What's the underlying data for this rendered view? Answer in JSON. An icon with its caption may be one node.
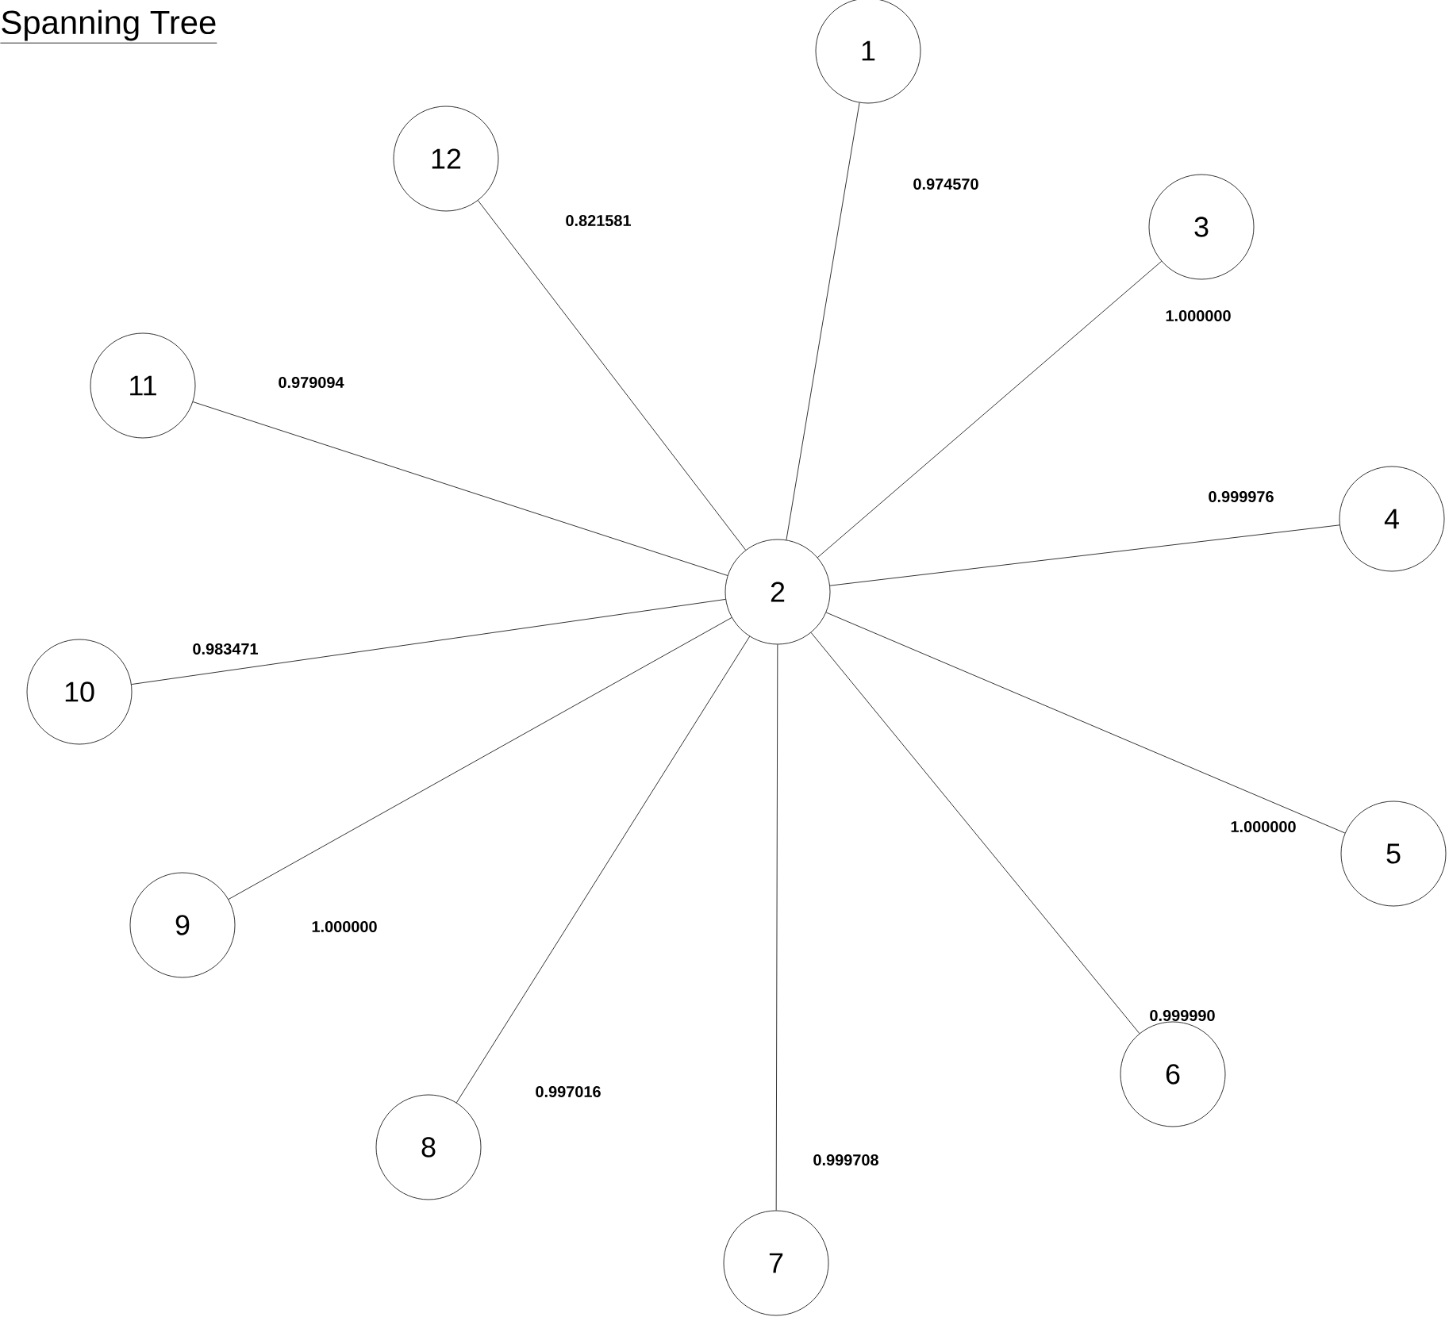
{
  "diagram": {
    "title": "Spanning Tree",
    "nodes": [
      {
        "text": [
          "1"
        ]
      },
      {
        "text": [
          "12"
        ]
      },
      {
        "text": [
          "3"
        ]
      },
      {
        "text": [
          "11"
        ]
      },
      {
        "text": [
          "4"
        ]
      },
      {
        "text": [
          "2"
        ]
      },
      {
        "text": [
          "10"
        ]
      },
      {
        "text": [
          "5"
        ]
      },
      {
        "text": [
          "9"
        ]
      },
      {
        "text": [
          "6"
        ]
      },
      {
        "text": [
          "8"
        ]
      },
      {
        "text": [
          "7"
        ]
      }
    ],
    "edges": [
      {
        "from": 5,
        "to": 0,
        "arrow": "none",
        "label": "0.974570"
      },
      {
        "from": 5,
        "to": 1,
        "arrow": "none",
        "label": "0.821581"
      },
      {
        "from": 5,
        "to": 2,
        "arrow": "none",
        "label": "1.000000"
      },
      {
        "from": 5,
        "to": 3,
        "arrow": "none",
        "label": "0.979094"
      },
      {
        "from": 5,
        "to": 4,
        "arrow": "none",
        "label": "0.999976"
      },
      {
        "from": 5,
        "to": 6,
        "arrow": "none",
        "label": "0.983471"
      },
      {
        "from": 5,
        "to": 7,
        "arrow": "none",
        "label": "1.000000"
      },
      {
        "from": 5,
        "to": 8,
        "arrow": "none",
        "label": "1.000000"
      },
      {
        "from": 5,
        "to": 9,
        "arrow": "none",
        "label": "0.999990"
      },
      {
        "from": 5,
        "to": 10,
        "arrow": "none",
        "label": "0.997016"
      },
      {
        "from": 5,
        "to": 11,
        "arrow": "none",
        "label": "0.999708"
      }
    ]
  }
}
